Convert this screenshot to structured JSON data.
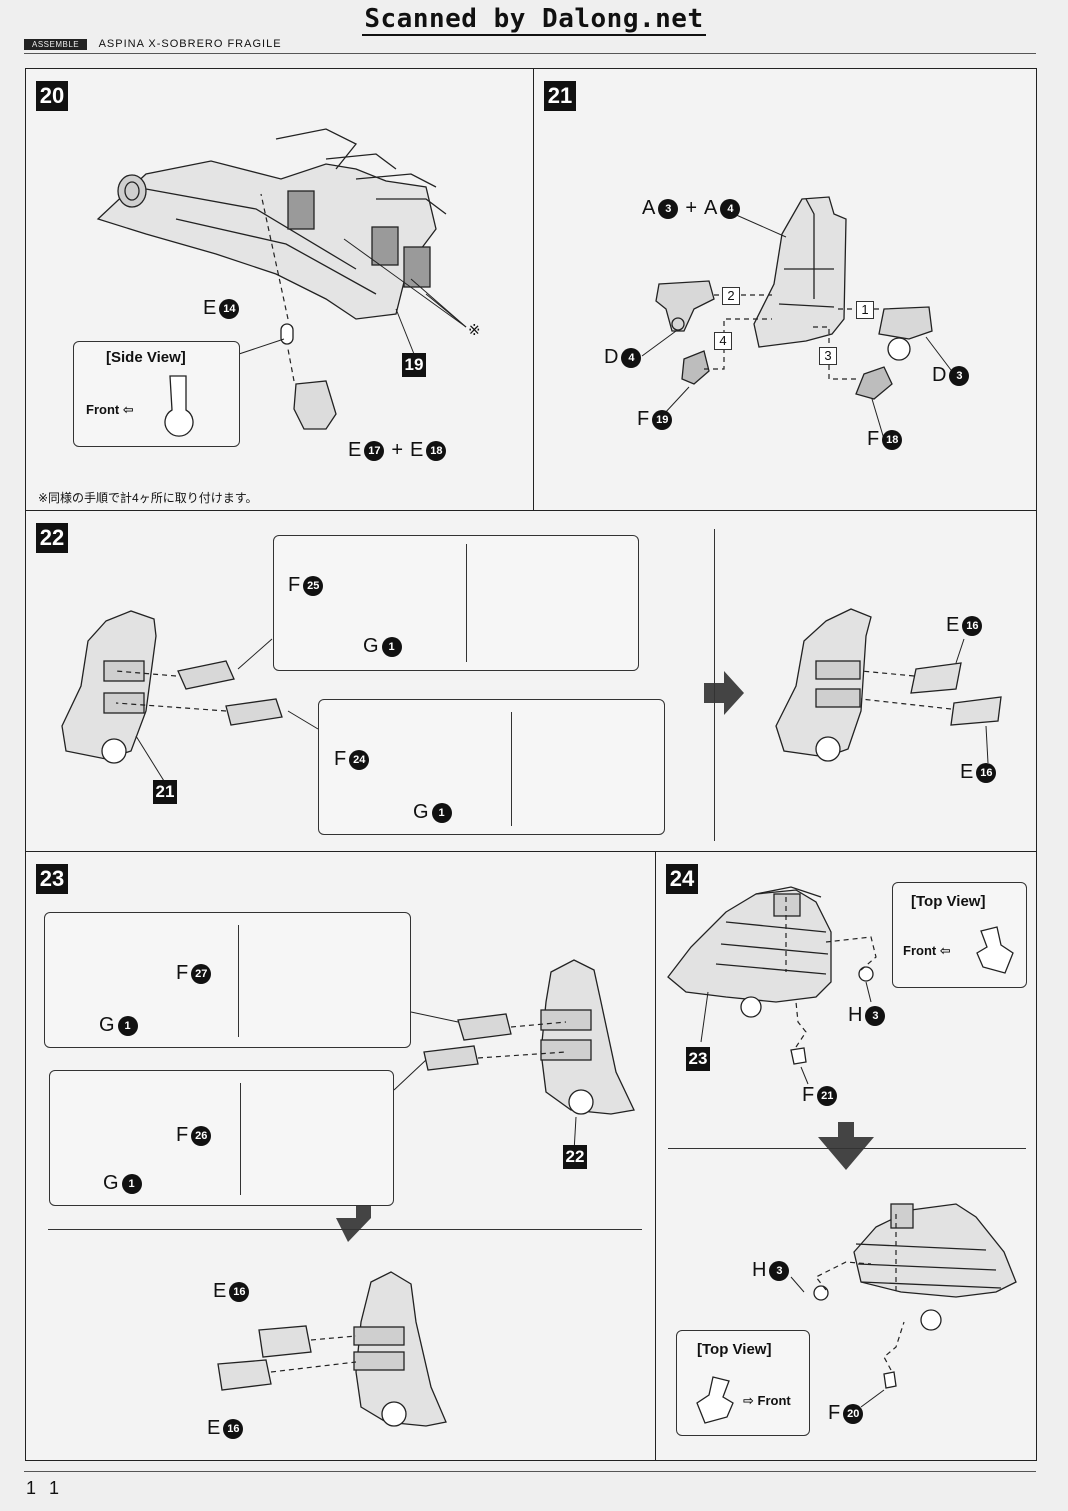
{
  "banner": "Scanned by Dalong.net",
  "header": {
    "tag": "ASSEMBLE",
    "title": "ASPINA  X-SOBRERO FRAGILE"
  },
  "page_number": "1 1",
  "icons": [
    "arrow-left-icon",
    "arrow-right-icon",
    "arrow-down-icon"
  ],
  "step20": {
    "number": "20",
    "side_view_title": "[Side View]",
    "front_label": "Front",
    "part_e14": {
      "letter": "E",
      "num": "14"
    },
    "part_e17": {
      "letter": "E",
      "num": "17"
    },
    "plus": "+",
    "part_e18": {
      "letter": "E",
      "num": "18"
    },
    "ref_19": "19",
    "asterisk": "※",
    "note": "※同様の手順で計4ヶ所に取り付けます。"
  },
  "step21": {
    "number": "21",
    "part_a3": {
      "letter": "A",
      "num": "3"
    },
    "plus": "+",
    "part_a4": {
      "letter": "A",
      "num": "4"
    },
    "part_d4": {
      "letter": "D",
      "num": "4"
    },
    "part_d3": {
      "letter": "D",
      "num": "3"
    },
    "part_f19": {
      "letter": "F",
      "num": "19"
    },
    "part_f18": {
      "letter": "F",
      "num": "18"
    },
    "order": [
      "1",
      "2",
      "3",
      "4"
    ]
  },
  "step22": {
    "number": "22",
    "part_f25": {
      "letter": "F",
      "num": "25"
    },
    "part_g1a": {
      "letter": "G",
      "num": "1"
    },
    "part_f24": {
      "letter": "F",
      "num": "24"
    },
    "part_g1b": {
      "letter": "G",
      "num": "1"
    },
    "part_e16a": {
      "letter": "E",
      "num": "16"
    },
    "part_e16b": {
      "letter": "E",
      "num": "16"
    },
    "ref_21": "21"
  },
  "step23": {
    "number": "23",
    "part_f27": {
      "letter": "F",
      "num": "27"
    },
    "part_g1a": {
      "letter": "G",
      "num": "1"
    },
    "part_f26": {
      "letter": "F",
      "num": "26"
    },
    "part_g1b": {
      "letter": "G",
      "num": "1"
    },
    "part_e16a": {
      "letter": "E",
      "num": "16"
    },
    "part_e16b": {
      "letter": "E",
      "num": "16"
    },
    "ref_22": "22"
  },
  "step24": {
    "number": "24",
    "top_view_title_a": "[Top View]",
    "front_label_a": "Front",
    "part_h3a": {
      "letter": "H",
      "num": "3"
    },
    "part_f21": {
      "letter": "F",
      "num": "21"
    },
    "ref_23": "23",
    "part_h3b": {
      "letter": "H",
      "num": "3"
    },
    "top_view_title_b": "[Top View]",
    "front_label_b": "Front",
    "part_f20": {
      "letter": "F",
      "num": "20"
    }
  }
}
